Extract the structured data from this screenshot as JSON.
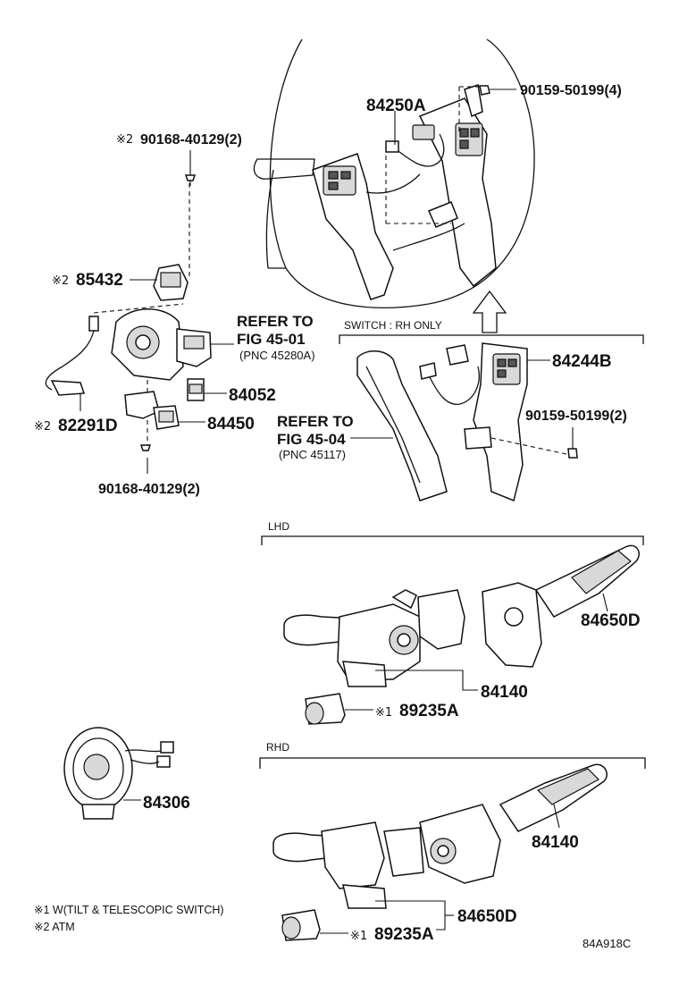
{
  "labels": {
    "p84250A": "84250A",
    "p90159_4": "90159-50199(4)",
    "p90168_top": "90168-40129(2)",
    "p85432": "85432",
    "p82291D": "82291D",
    "p84052": "84052",
    "p84450": "84450",
    "p90168_bottom": "90168-40129(2)",
    "p84244B": "84244B",
    "p90159_2": "90159-50199(2)",
    "p84650D_lhd": "84650D",
    "p84140_lhd": "84140",
    "p89235A_lhd": "89235A",
    "p84306": "84306",
    "p84140_rhd": "84140",
    "p84650D_rhd": "84650D",
    "p89235A_rhd": "89235A"
  },
  "marks": {
    "note1": "※1",
    "note2": "※2"
  },
  "refs": {
    "ref1_line1": "REFER TO",
    "ref1_line2": "FIG 45-01",
    "ref1_pnc": "(PNC 45280A)",
    "ref2_line1": "REFER TO",
    "ref2_line2": "FIG 45-04",
    "ref2_pnc": "(PNC 45117)"
  },
  "sections": {
    "switch_rh": "SWITCH : RH ONLY",
    "lhd": "LHD",
    "rhd": "RHD"
  },
  "footnotes": {
    "n1": "※1 W(TILT & TELESCOPIC SWITCH)",
    "n2": "※2 ATM"
  },
  "diagram_code": "84A918C"
}
